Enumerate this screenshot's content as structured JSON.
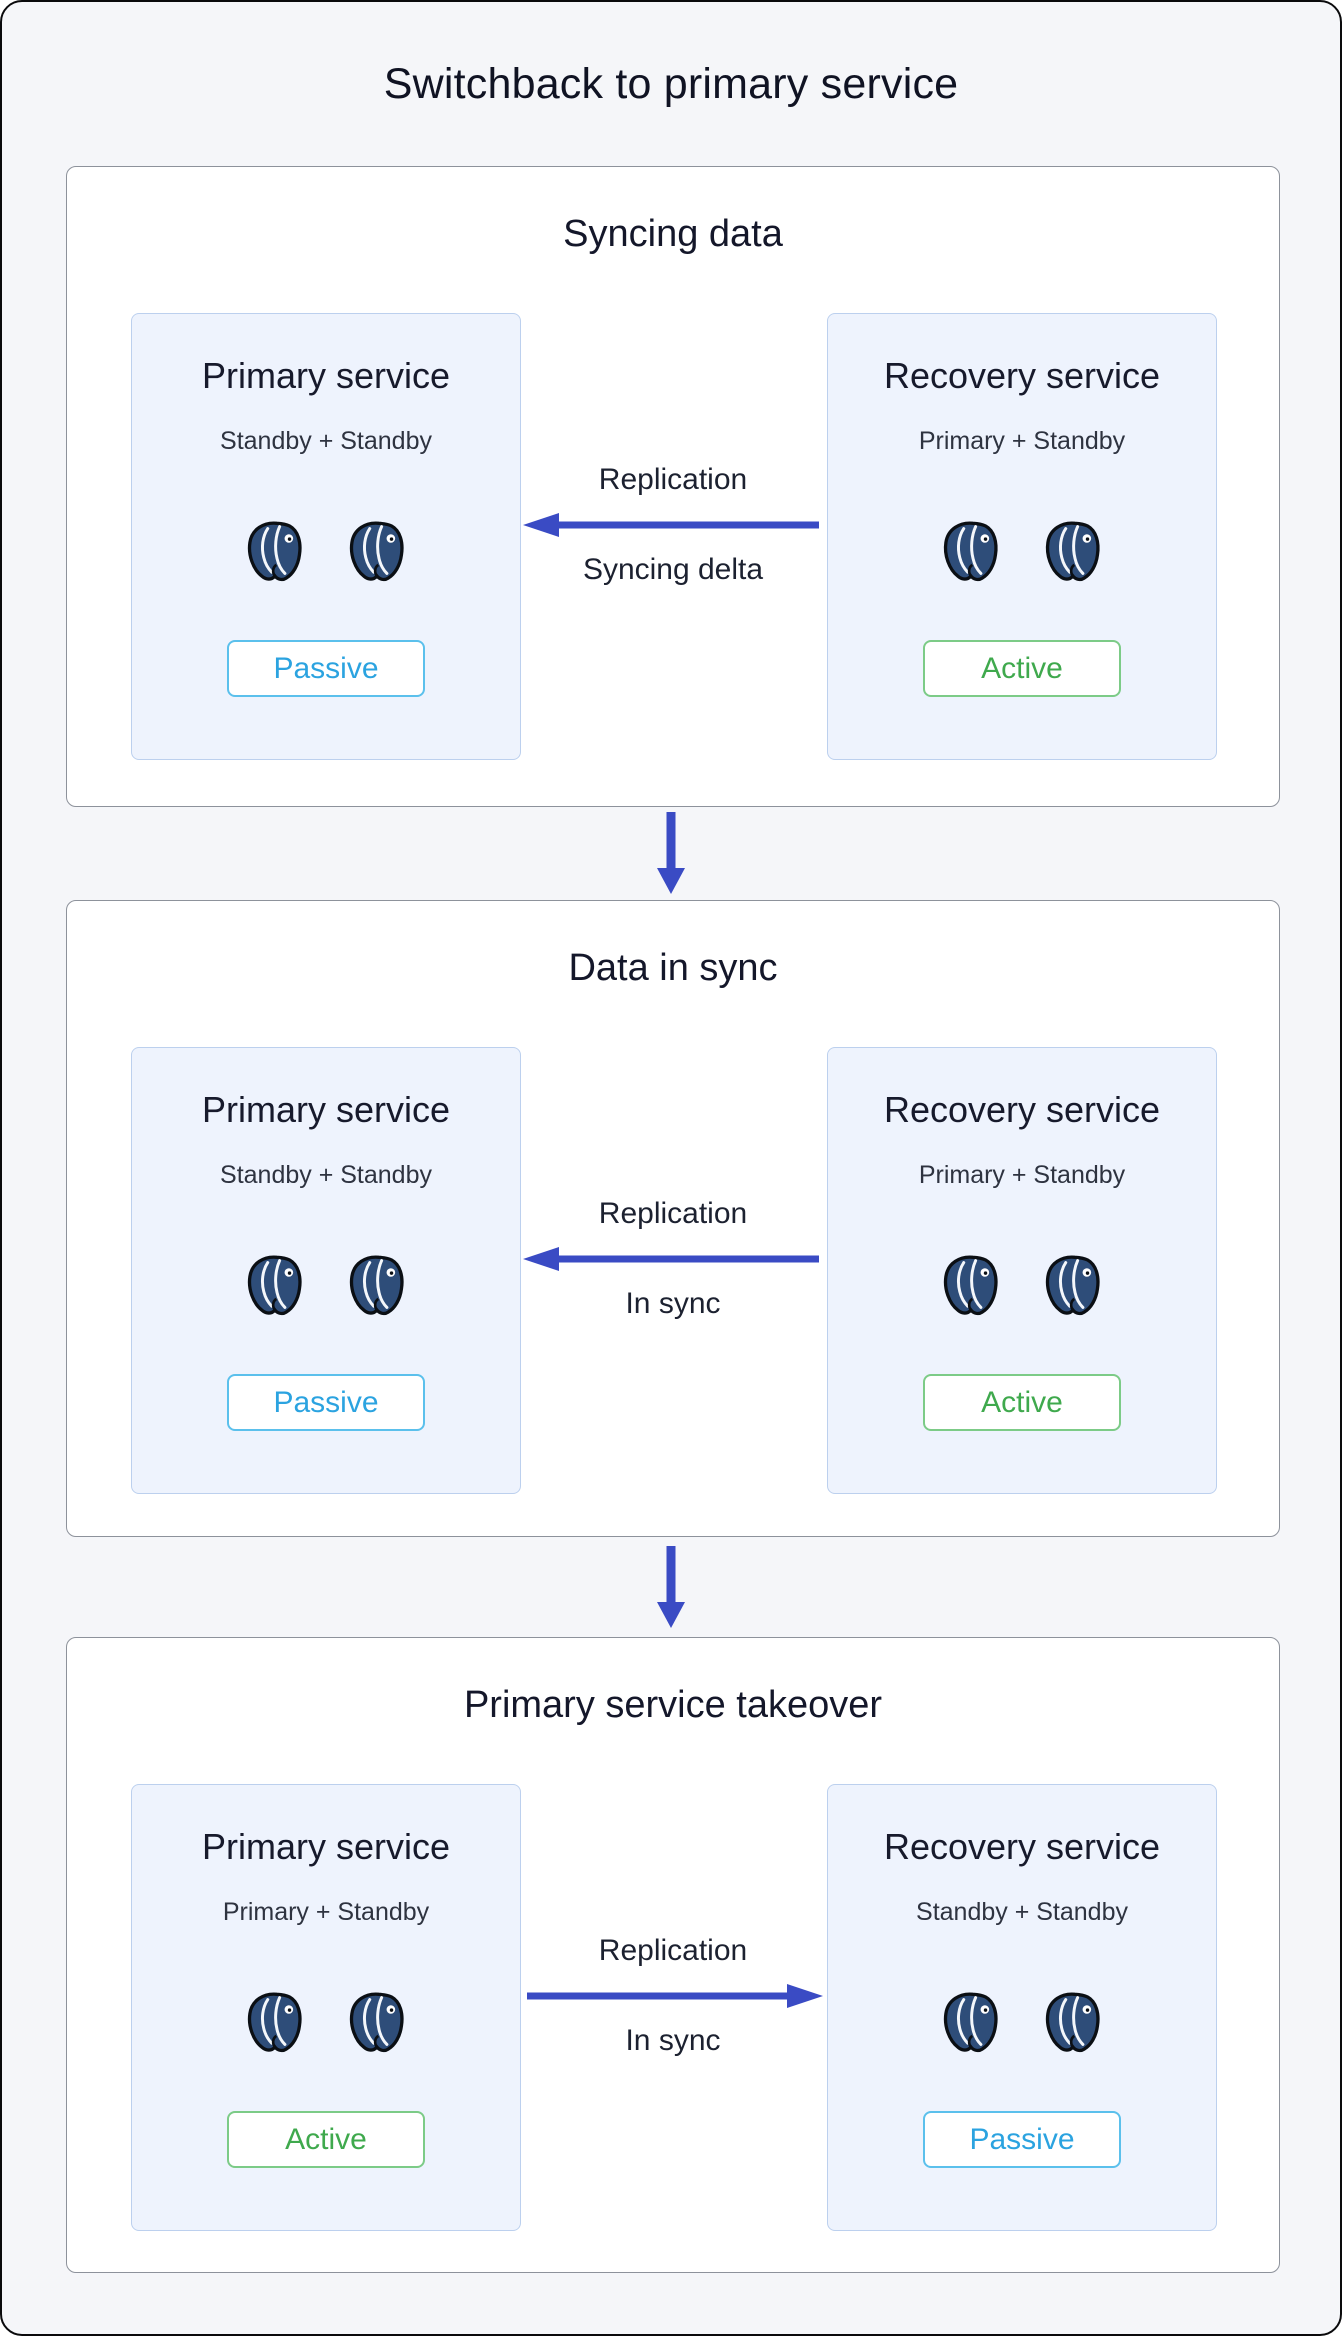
{
  "title": "Switchback to primary service",
  "colors": {
    "arrow": "#3a4bc4",
    "passive": "#2ba3e0",
    "passive-border": "#5bc0ec",
    "active": "#3fa94d",
    "active-border": "#7ccb87",
    "postgres-blue": "#2e4d79",
    "card-bg": "#eef3fd",
    "card-border": "#bcd0ee"
  },
  "icons": {
    "database": "postgresql-elephant-icon",
    "replication_arrow": "replication-arrow-icon",
    "flow_arrow": "flow-down-arrow-icon"
  },
  "stages": [
    {
      "title": "Syncing data",
      "left": {
        "title": "Primary service",
        "subtitle": "Standby + Standby",
        "badge": "Passive"
      },
      "right": {
        "title": "Recovery service",
        "subtitle": "Primary + Standby",
        "badge": "Active"
      },
      "arrow": {
        "direction": "left",
        "label_top": "Replication",
        "label_bottom": "Syncing delta"
      }
    },
    {
      "title": "Data in sync",
      "left": {
        "title": "Primary service",
        "subtitle": "Standby + Standby",
        "badge": "Passive"
      },
      "right": {
        "title": "Recovery service",
        "subtitle": "Primary + Standby",
        "badge": "Active"
      },
      "arrow": {
        "direction": "left",
        "label_top": "Replication",
        "label_bottom": "In sync"
      }
    },
    {
      "title": "Primary service takeover",
      "left": {
        "title": "Primary service",
        "subtitle": "Primary + Standby",
        "badge": "Active"
      },
      "right": {
        "title": "Recovery service",
        "subtitle": "Standby + Standby",
        "badge": "Passive"
      },
      "arrow": {
        "direction": "right",
        "label_top": "Replication",
        "label_bottom": "In sync"
      }
    }
  ]
}
